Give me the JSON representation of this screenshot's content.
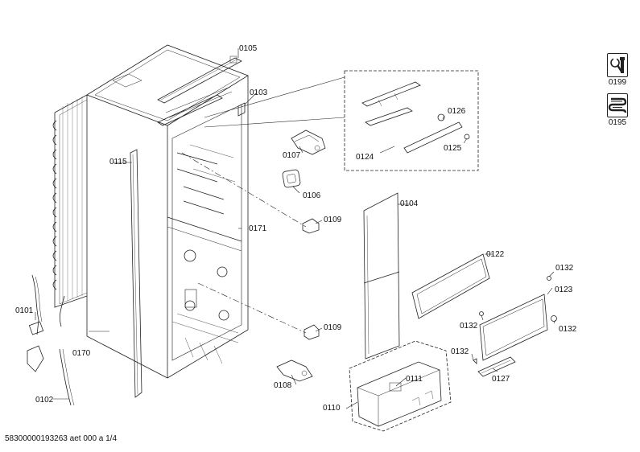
{
  "parts": {
    "p0105": "0105",
    "p0103": "0103",
    "p0107": "0107",
    "p0106": "0106",
    "p0109a": "0109",
    "p0109b": "0109",
    "p0108": "0108",
    "p0115": "0115",
    "p0171": "0171",
    "p0101": "0101",
    "p0170": "0170",
    "p0102": "0102",
    "p0104": "0104",
    "p0110": "0110",
    "p0111": "0111",
    "p0122": "0122",
    "p0123": "0123",
    "p0127": "0127",
    "p0132a": "0132",
    "p0132b": "0132",
    "p0132c": "0132",
    "p0132d": "0132",
    "p0124": "0124",
    "p0125": "0125",
    "p0126": "0126"
  },
  "legend": {
    "tools": "0199",
    "heating": "0195"
  },
  "footer": "58300000193263 aet 000 a 1/4",
  "icons": [
    "tools-icon",
    "heating-element-icon"
  ],
  "colors": {
    "line": "#222222",
    "label": "#111111",
    "background": "#ffffff"
  }
}
